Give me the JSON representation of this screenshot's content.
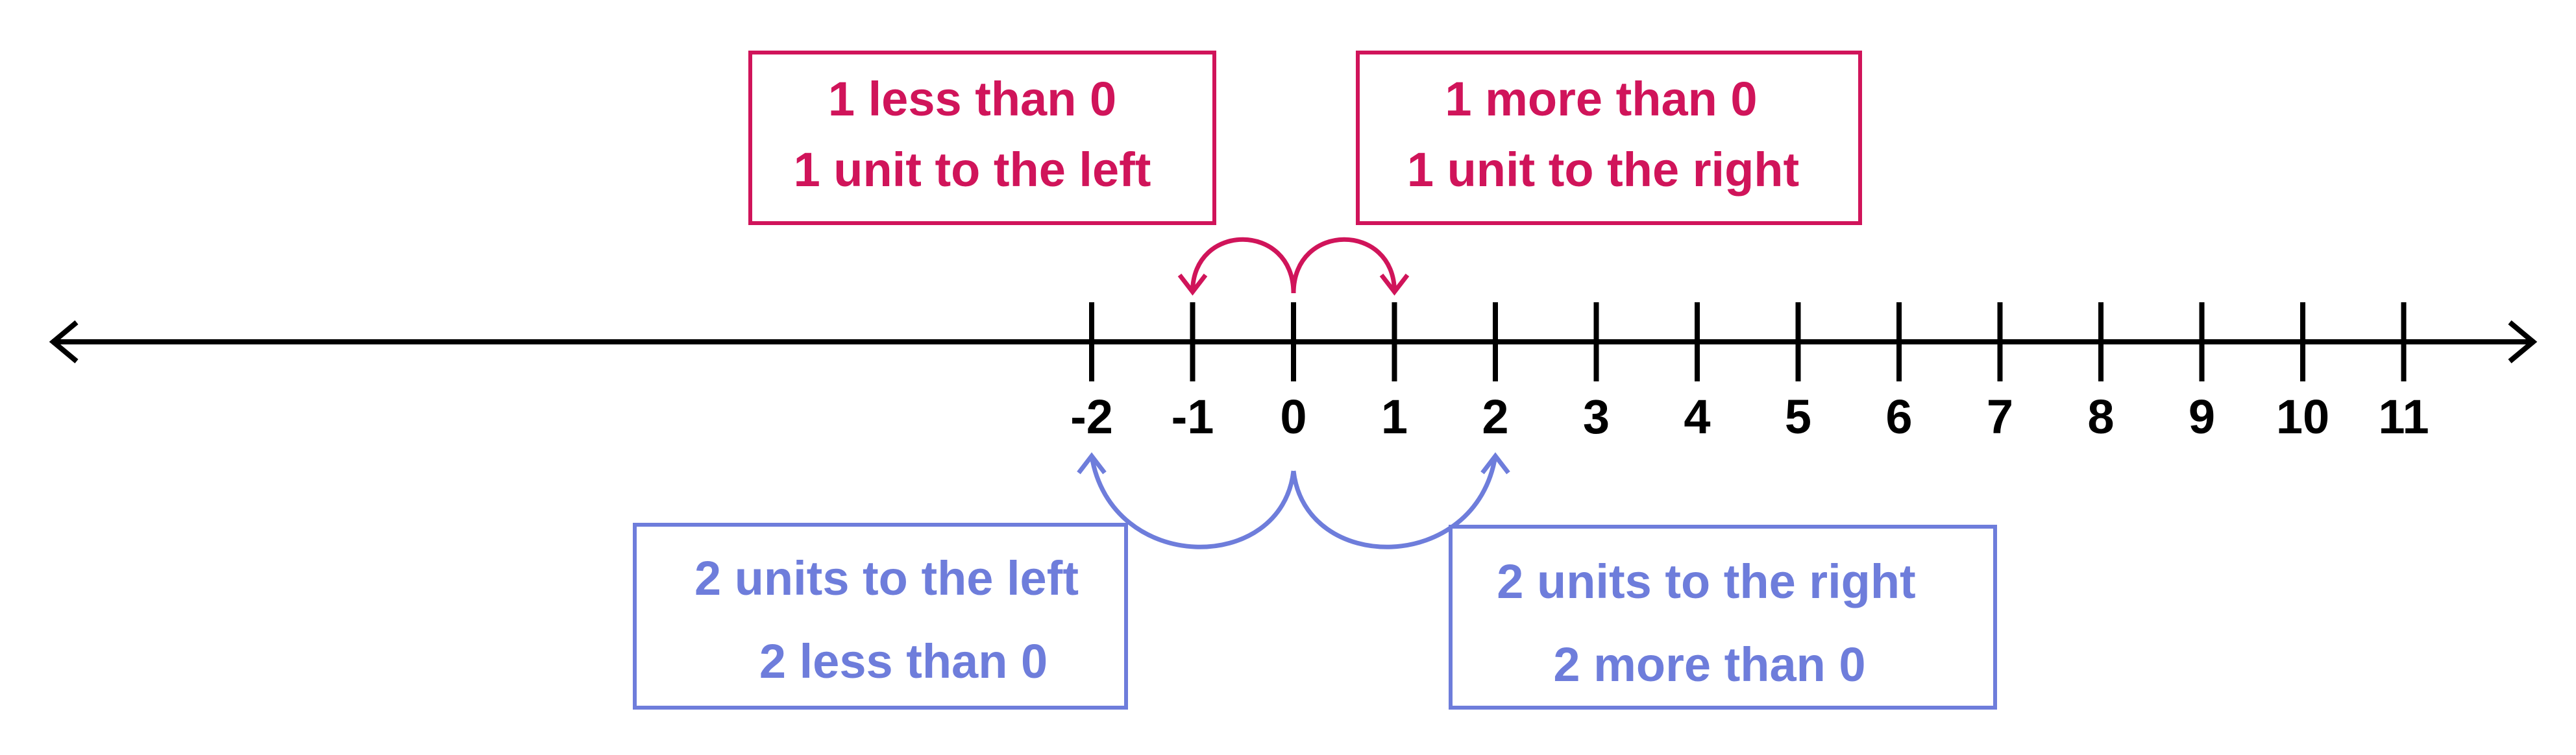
{
  "colors": {
    "axis": "#000000",
    "pink": "#d0145a",
    "blue": "#6e7ddb",
    "background": "#ffffff"
  },
  "number_line": {
    "ticks": [
      -2,
      -1,
      0,
      1,
      2,
      3,
      4,
      5,
      6,
      7,
      8,
      9,
      10,
      11
    ],
    "labels": [
      "-2",
      "-1",
      "0",
      "1",
      "2",
      "3",
      "4",
      "5",
      "6",
      "7",
      "8",
      "9",
      "10",
      "11"
    ]
  },
  "jumps": [
    {
      "from": 0,
      "to": -1,
      "color": "pink",
      "side": "above"
    },
    {
      "from": 0,
      "to": 1,
      "color": "pink",
      "side": "above"
    },
    {
      "from": 0,
      "to": -2,
      "color": "blue",
      "side": "below"
    },
    {
      "from": 0,
      "to": 2,
      "color": "blue",
      "side": "below"
    }
  ],
  "boxes": {
    "one_less": {
      "line1": "1 less than 0",
      "line2": "1 unit to the left"
    },
    "one_more": {
      "line1": "1 more than 0",
      "line2": "1 unit to the right"
    },
    "two_left": {
      "line1": "2 units to the left",
      "line2": "2 less than 0"
    },
    "two_right": {
      "line1": "2 units to the right",
      "line2": "2 more than 0"
    }
  }
}
